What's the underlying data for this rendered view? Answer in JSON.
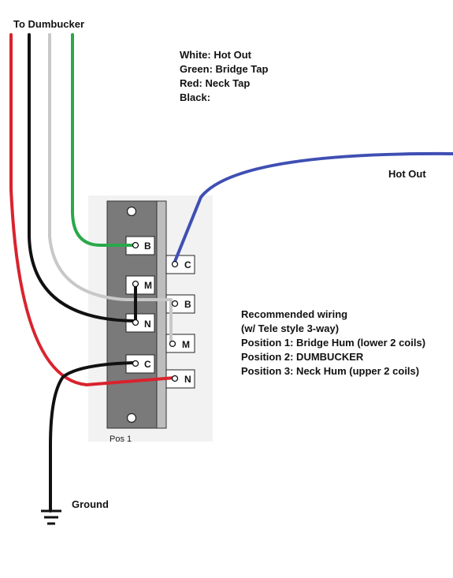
{
  "labels": {
    "to_dumbucker": "To Dumbucker",
    "hot_out": "Hot Out",
    "ground": "Ground",
    "pos1": "Pos 1"
  },
  "legend": [
    "White: Hot Out",
    "Green: Bridge Tap",
    "Red: Neck Tap",
    "Black:"
  ],
  "notes": [
    "Recommended wiring",
    "(w/ Tele style 3-way)",
    "Position 1: Bridge Hum (lower 2 coils)",
    "Position 2: DUMBUCKER",
    "Position 3: Neck Hum (upper 2 coils)"
  ],
  "terminals": {
    "left_b": "B",
    "left_m": "M",
    "left_n": "N",
    "left_c": "C",
    "right_c": "C",
    "right_b": "B",
    "right_m": "M",
    "right_n": "N"
  },
  "colors": {
    "red": "#d9232e",
    "black": "#111111",
    "white_wire": "#c8c8c8",
    "green": "#2aa84a",
    "blue": "#3f4fb3",
    "switch_body": "#7a7a7a",
    "switch_rail": "#bdbdbd",
    "switch_shadow": "#f0f0f0"
  }
}
